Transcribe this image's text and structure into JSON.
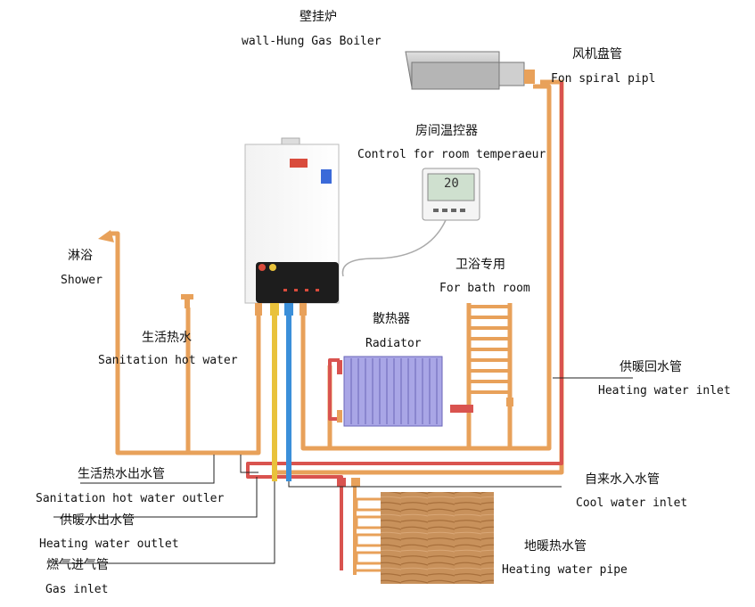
{
  "title": {
    "cn": "壁挂炉",
    "en": "wall-Hung Gas Boiler"
  },
  "labels": {
    "fan_coil": {
      "cn": "风机盘管",
      "en": "Fon spiral pipl"
    },
    "thermostat": {
      "cn": "房间温控器",
      "en": "Control for room temperaeur"
    },
    "thermostat_display": "20",
    "bathroom": {
      "cn": "卫浴专用",
      "en": "For bath room"
    },
    "shower": {
      "cn": "淋浴",
      "en": "Shower"
    },
    "radiator": {
      "cn": "散热器",
      "en": "Radiator"
    },
    "sanitation_hot_water": {
      "cn": "生活热水",
      "en": "Sanitation hot water"
    },
    "heating_return": {
      "cn": "供暖回水管",
      "en": "Heating water inlet"
    },
    "sanitation_outlet": {
      "cn": "生活热水出水管",
      "en": "Sanitation hot water outler"
    },
    "cool_water_inlet": {
      "cn": "自来水入水管",
      "en": "Cool water inlet"
    },
    "heating_outlet": {
      "cn": "供暖水出水管",
      "en": "Heating water outlet"
    },
    "gas_inlet": {
      "cn": "燃气进气管",
      "en": "Gas inlet"
    },
    "floor_heating": {
      "cn": "地暖热水管",
      "en": "Heating water pipe"
    }
  },
  "colors": {
    "hot_pipe": "#E8A15A",
    "red_pipe": "#D9534F",
    "blue_pipe": "#3B8FD9",
    "yellow_pipe": "#E9C23B",
    "radiator": "#A9A6E6",
    "floor": "#C8915B"
  }
}
